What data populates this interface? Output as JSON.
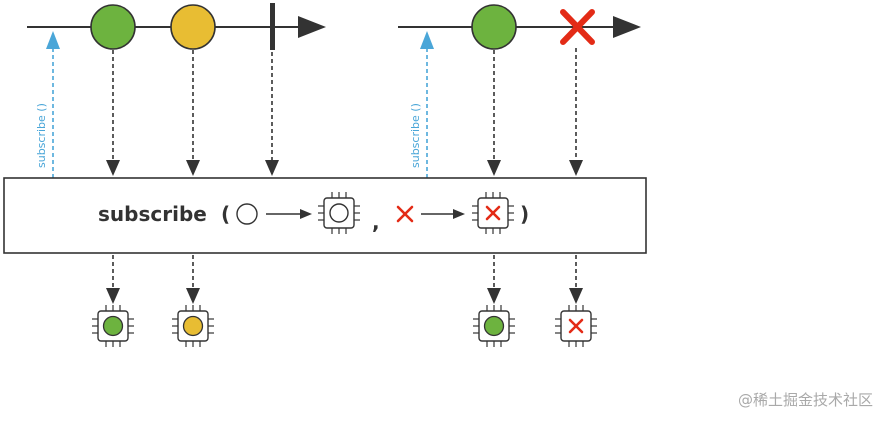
{
  "operator": {
    "name": "subscribe",
    "open_paren": "(",
    "close_paren": ")",
    "separator": ","
  },
  "subscribe_call_label": "subscribe ()",
  "watermark": "@稀土掘金技术社区",
  "colors": {
    "green": "#6db33f",
    "yellow": "#e8bd33",
    "error_red": "#e32b16",
    "subscribe_arrow": "#4aa6d8",
    "line": "#333333"
  },
  "icons": {
    "item": "circle-icon",
    "error": "x-icon",
    "subscriber": "chip-icon",
    "complete": "completion-bar-icon"
  }
}
